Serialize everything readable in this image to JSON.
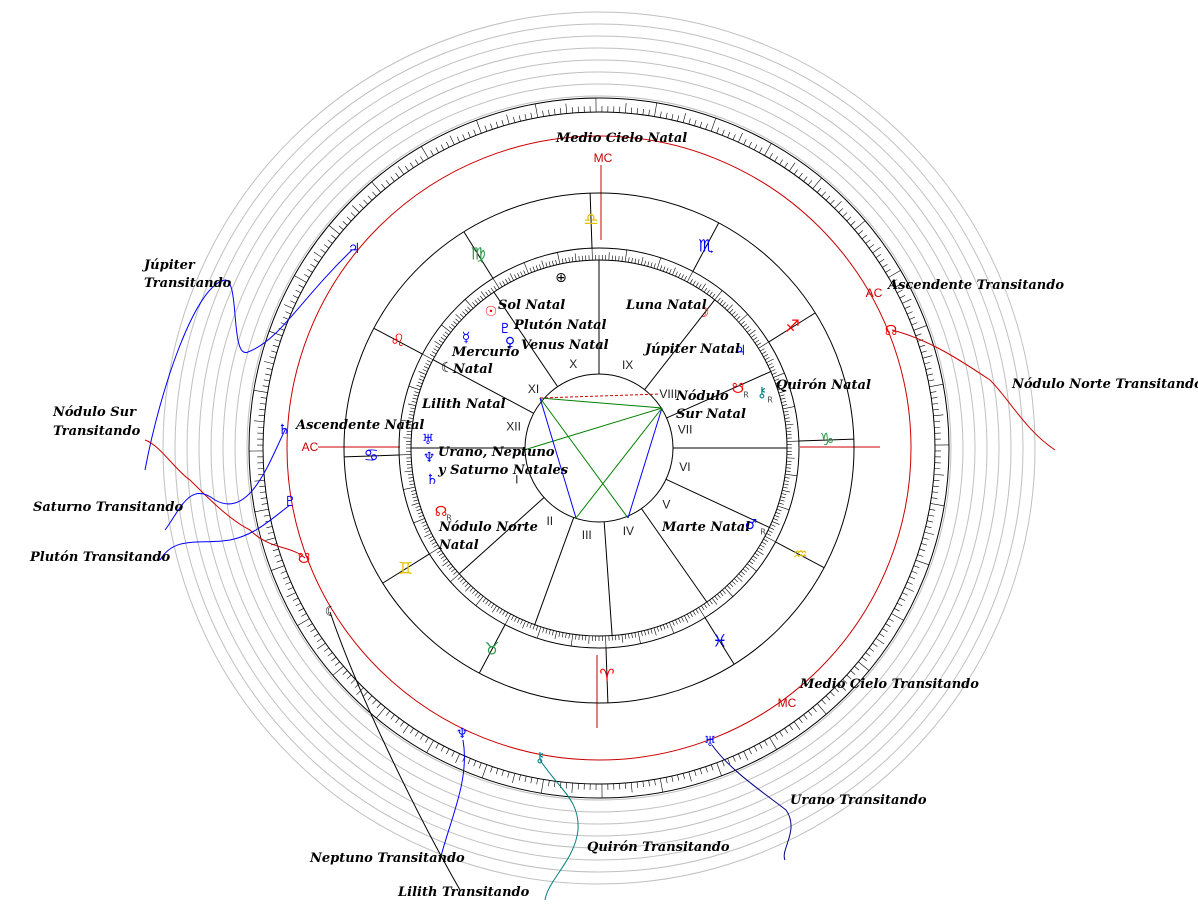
{
  "colors": {
    "fire": "#ff0000",
    "earth": "#2e9a4e",
    "air": "#e6c000",
    "water": "#0000ff",
    "natal": "#0000ff",
    "transit": "#000080",
    "node": "#ff0000",
    "chiron": "#008080",
    "lilith": "#000000",
    "ring": "#c0c0c0",
    "transit_circle": "#cc0000"
  },
  "signs": [
    {
      "key": "aries",
      "glyph": "♈",
      "element": "fire"
    },
    {
      "key": "taurus",
      "glyph": "♉",
      "element": "earth"
    },
    {
      "key": "gemini",
      "glyph": "♊",
      "element": "air"
    },
    {
      "key": "cancer",
      "glyph": "♋",
      "element": "water"
    },
    {
      "key": "leo",
      "glyph": "♌",
      "element": "fire"
    },
    {
      "key": "virgo",
      "glyph": "♍",
      "element": "earth"
    },
    {
      "key": "libra",
      "glyph": "♎",
      "element": "air"
    },
    {
      "key": "scorpio",
      "glyph": "♏",
      "element": "water"
    },
    {
      "key": "sagittarius",
      "glyph": "♐",
      "element": "fire"
    },
    {
      "key": "capricorn",
      "glyph": "♑",
      "element": "earth"
    },
    {
      "key": "aquarius",
      "glyph": "♒",
      "element": "air"
    },
    {
      "key": "pisces",
      "glyph": "♓",
      "element": "water"
    }
  ],
  "houses": [
    "I",
    "II",
    "III",
    "IV",
    "V",
    "VI",
    "VII",
    "VIII",
    "IX",
    "X",
    "XI",
    "XII"
  ],
  "angles": {
    "ac": "AC",
    "mc": "MC"
  },
  "natal_planets": [
    {
      "key": "sun",
      "glyph": "☉",
      "color": "#ff0000"
    },
    {
      "key": "pluto",
      "glyph": "♇",
      "color": "#0000ff"
    },
    {
      "key": "venus",
      "glyph": "♀",
      "color": "#0000ff"
    },
    {
      "key": "mercury",
      "glyph": "☿",
      "color": "#0000ff"
    },
    {
      "key": "lilith",
      "glyph": "☾",
      "color": "#000000"
    },
    {
      "key": "moon",
      "glyph": "☽",
      "color": "#ff0000"
    },
    {
      "key": "jupiter",
      "glyph": "♃",
      "color": "#0000ff"
    },
    {
      "key": "south_node",
      "glyph": "☋",
      "color": "#ff0000"
    },
    {
      "key": "chiron",
      "glyph": "⚷",
      "color": "#008080"
    },
    {
      "key": "uranus",
      "glyph": "♅",
      "color": "#0000ff"
    },
    {
      "key": "neptune",
      "glyph": "♆",
      "color": "#0000ff"
    },
    {
      "key": "saturn",
      "glyph": "♄",
      "color": "#0000ff"
    },
    {
      "key": "north_node",
      "glyph": "☊",
      "color": "#ff0000"
    },
    {
      "key": "mars",
      "glyph": "♂",
      "color": "#0000ff"
    },
    {
      "key": "part_of_fortune",
      "glyph": "⊕",
      "color": "#000000"
    }
  ],
  "transit_planets": [
    {
      "key": "jupiter",
      "glyph": "♃",
      "color": "#0000ff"
    },
    {
      "key": "saturn",
      "glyph": "♄",
      "color": "#0000ff"
    },
    {
      "key": "pluto",
      "glyph": "♇",
      "color": "#0000ff"
    },
    {
      "key": "south_node",
      "glyph": "☋",
      "color": "#ff0000"
    },
    {
      "key": "lilith",
      "glyph": "☾",
      "color": "#000000"
    },
    {
      "key": "neptune",
      "glyph": "♆",
      "color": "#0000ff"
    },
    {
      "key": "chiron",
      "glyph": "⚷",
      "color": "#008080"
    },
    {
      "key": "uranus",
      "glyph": "♅",
      "color": "#0000ff"
    },
    {
      "key": "north_node",
      "glyph": "☊",
      "color": "#ff0000"
    }
  ],
  "labels": {
    "medio_cielo_natal": "Medio Cielo Natal",
    "sol_natal": "Sol Natal",
    "pluton_natal": "Plutón Natal",
    "venus_natal": "Venus Natal",
    "luna_natal": "Luna Natal",
    "mercurio_natal_1": "Mercurio",
    "mercurio_natal_2": "Natal",
    "jupiter_natal": "Júpiter Natal",
    "nodulo_sur_natal_1": "Nódulo",
    "nodulo_sur_natal_2": "Sur Natal",
    "quiron_natal": "Quirón Natal",
    "lilith_natal": "Lilith Natal",
    "ascendente_natal": "Ascendente Natal",
    "urano_neptuno_saturno_1": "Urano, Neptuno",
    "urano_neptuno_saturno_2": "y Saturno Natales",
    "nodulo_norte_natal_1": "Nódulo Norte",
    "nodulo_norte_natal_2": "Natal",
    "marte_natal": "Marte Natal",
    "jupiter_transitando_1": "Júpiter",
    "jupiter_transitando_2": "Transitando",
    "ascendente_transitando": "Ascendente Transitando",
    "nodulo_norte_transitando": "Nódulo Norte Transitando",
    "nodulo_sur_transitando_1": "Nódulo Sur",
    "nodulo_sur_transitando_2": "Transitando",
    "saturno_transitando": "Saturno Transitando",
    "pluton_transitando": "Plutón Transitando",
    "medio_cielo_transitando": "Medio Cielo Transitando",
    "urano_transitando": "Urano Transitando",
    "quiron_transitando": "Quirón Transitando",
    "neptuno_transitando": "Neptuno Transitando",
    "lilith_transitando": "Lilith Transitando"
  },
  "retrograde_mark": "R"
}
